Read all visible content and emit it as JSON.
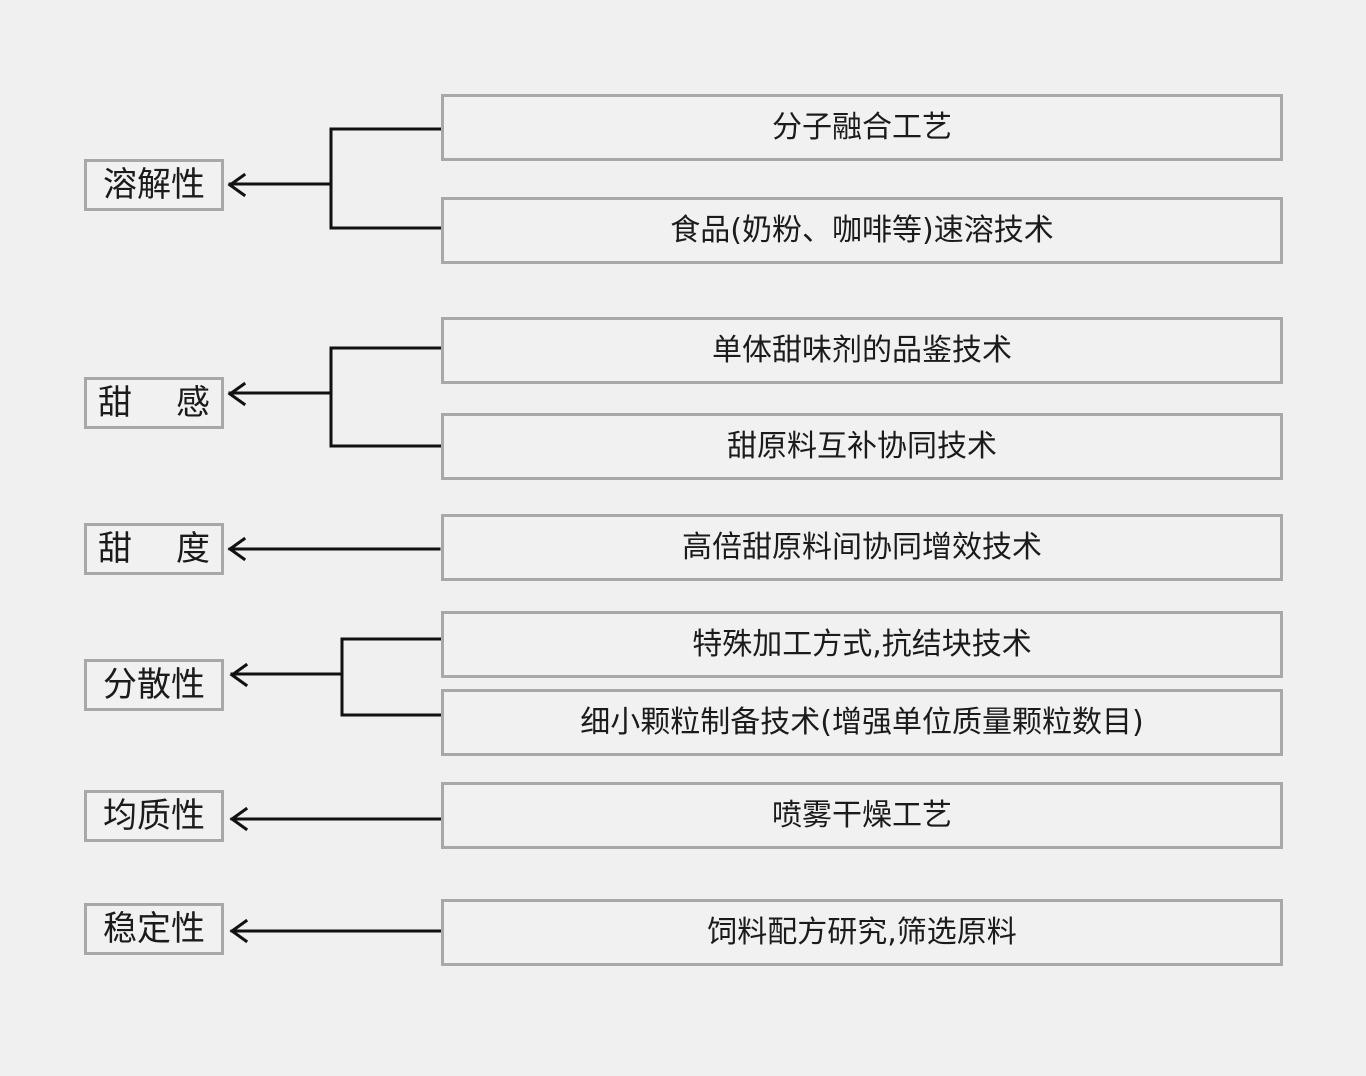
{
  "groups": [
    {
      "property": "溶解性",
      "methods": [
        "分子融合工艺",
        "食品(奶粉、咖啡等)速溶技术"
      ]
    },
    {
      "property": "甜　感",
      "property_chars": [
        "甜",
        "感"
      ],
      "methods": [
        "单体甜味剂的品鉴技术",
        "甜原料互补协同技术"
      ]
    },
    {
      "property": "甜　度",
      "property_chars": [
        "甜",
        "度"
      ],
      "methods": [
        "高倍甜原料间协同增效技术"
      ]
    },
    {
      "property": "分散性",
      "methods": [
        "特殊加工方式,抗结块技术",
        "细小颗粒制备技术(增强单位质量颗粒数目)"
      ]
    },
    {
      "property": "均质性",
      "methods": [
        "喷雾干燥工艺"
      ]
    },
    {
      "property": "稳定性",
      "methods": [
        "饲料配方研究,筛选原料"
      ]
    }
  ]
}
